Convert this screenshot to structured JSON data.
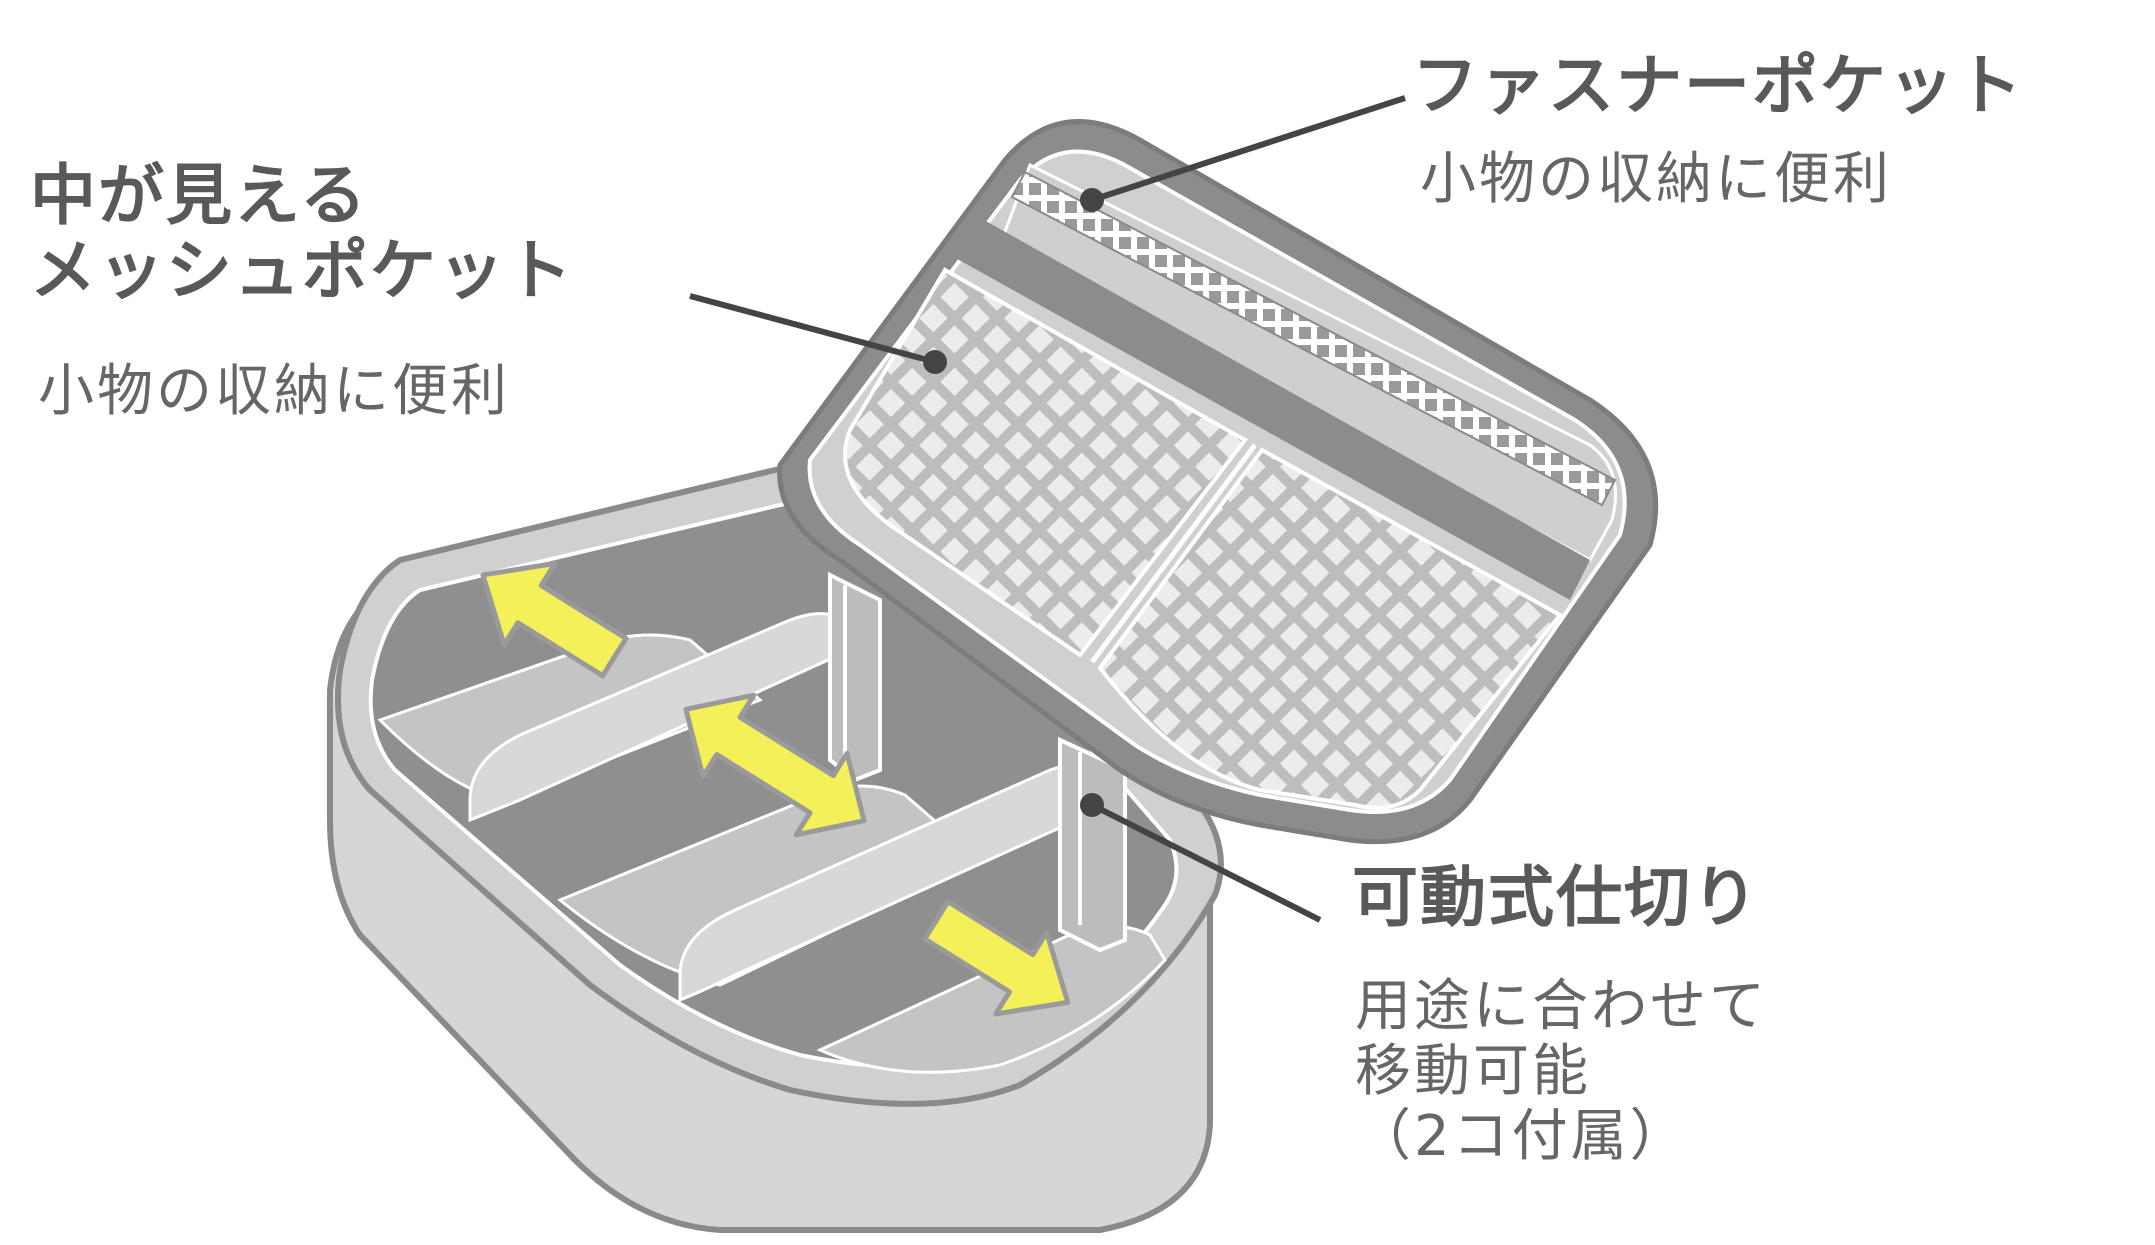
{
  "callouts": {
    "mesh_pocket": {
      "title_line1": "中が見える",
      "title_line2": "メッシュポケット",
      "subtitle": "小物の収納に便利"
    },
    "zipper_pocket": {
      "title": "ファスナーポケット",
      "subtitle": "小物の収納に便利"
    },
    "movable_divider": {
      "title": "可動式仕切り",
      "subtitle_line1": "用途に合わせて",
      "subtitle_line2": "移動可能",
      "subtitle_line3": "（2コ付属）"
    }
  },
  "colors": {
    "case_outline": "#8a8a8a",
    "case_light": "#d3d3d3",
    "case_mid": "#b8b8b8",
    "case_dark": "#8c8c8c",
    "arrow_fill": "#f4f05a",
    "arrow_stroke": "#9a9a9a",
    "leader_line": "#444444"
  }
}
